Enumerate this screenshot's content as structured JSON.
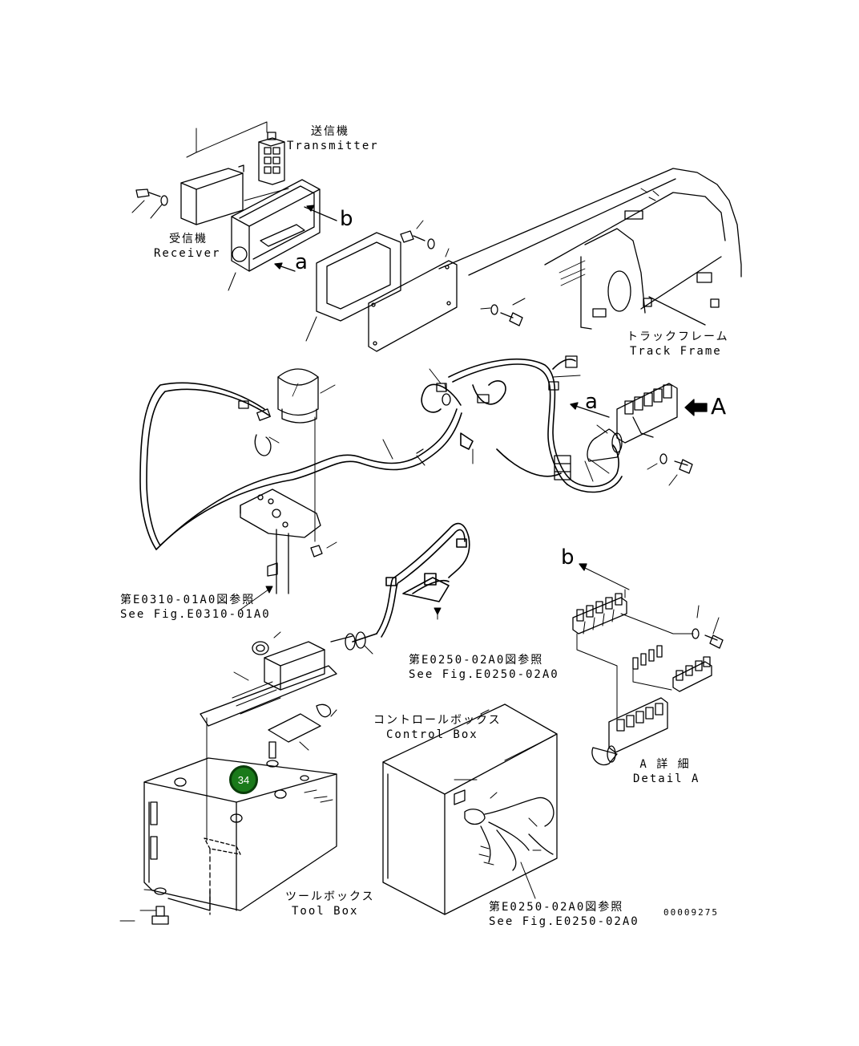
{
  "labels": {
    "transmitter": {
      "ja": "送信機",
      "en": "Transmitter"
    },
    "receiver": {
      "ja": "受信機",
      "en": "Receiver"
    },
    "track_frame": {
      "ja": "トラックフレーム",
      "en": "Track Frame"
    },
    "control_box": {
      "ja": "コントロールボックス",
      "en": "Control Box"
    },
    "tool_box": {
      "ja": "ツールボックス",
      "en": "Tool Box"
    },
    "detail_a": {
      "ja": "A 詳 細",
      "en": "Detail A"
    },
    "ref_e0310": {
      "ja": "第E0310-01A0図参照",
      "en": "See Fig.E0310-01A0"
    },
    "ref_e0250_top": {
      "ja": "第E0250-02A0図参照",
      "en": "See Fig.E0250-02A0"
    },
    "ref_e0250_bottom": {
      "ja": "第E0250-02A0図参照",
      "en": "See Fig.E0250-02A0"
    },
    "drawing_number": "00009275"
  },
  "view_markers": {
    "a": "a",
    "b": "b",
    "A": "A"
  },
  "callout": {
    "number": "34",
    "color": "#1a7a1a"
  }
}
